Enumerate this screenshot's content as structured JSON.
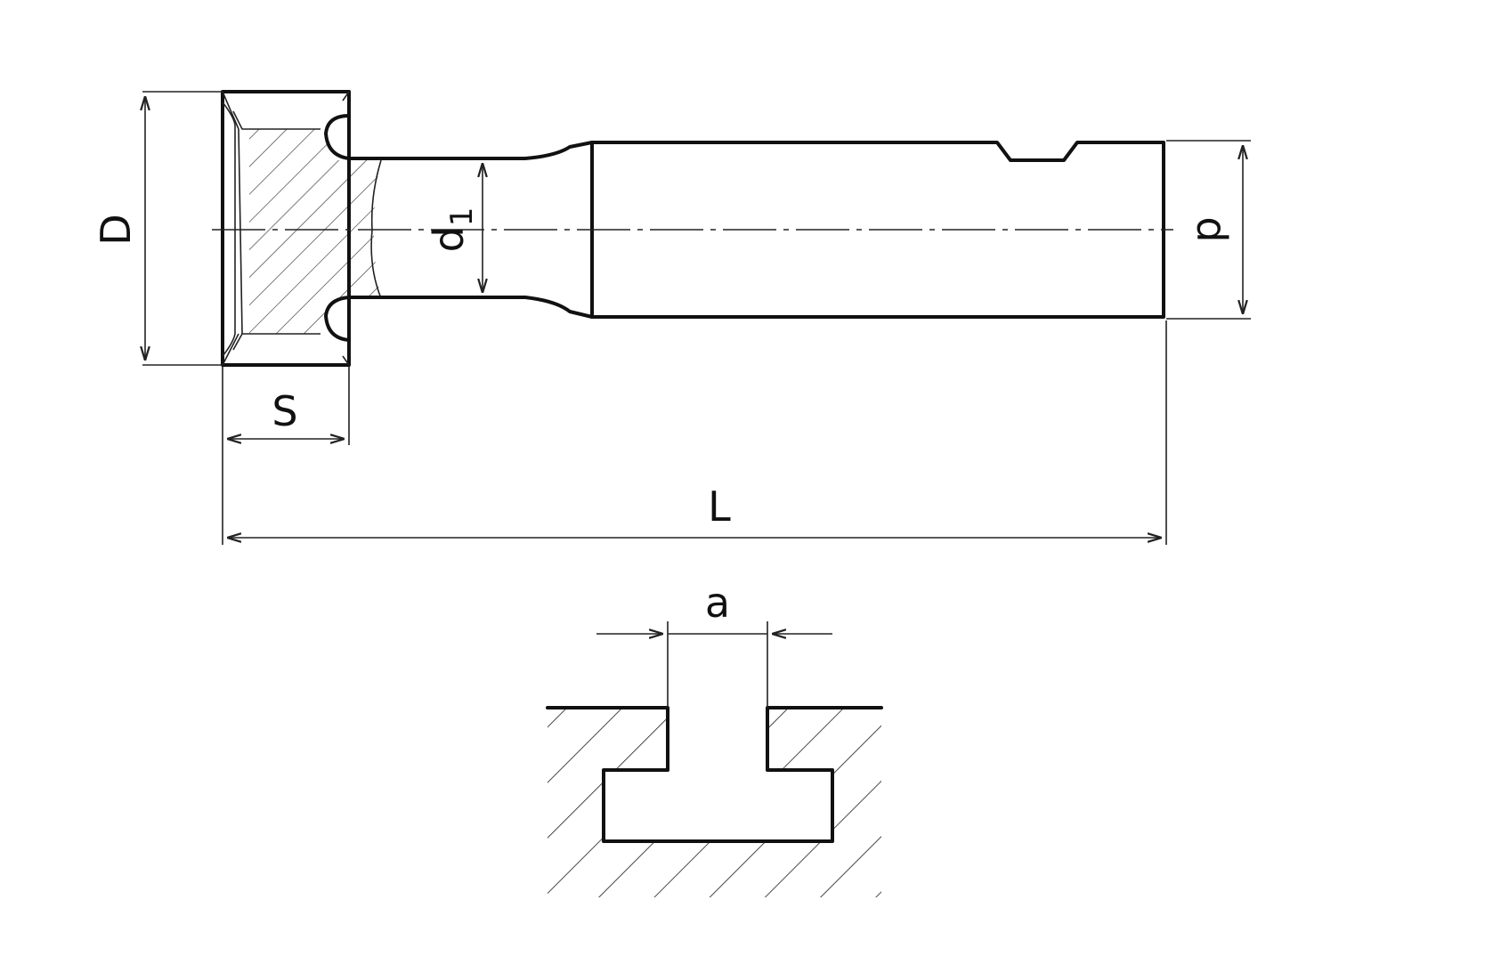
{
  "labels": {
    "D": "D",
    "d1_base": "d",
    "d1_sub": "1",
    "d": "d",
    "S": "S",
    "L": "L",
    "a": "a"
  },
  "colors": {
    "line": "#111111",
    "background": "#ffffff"
  }
}
